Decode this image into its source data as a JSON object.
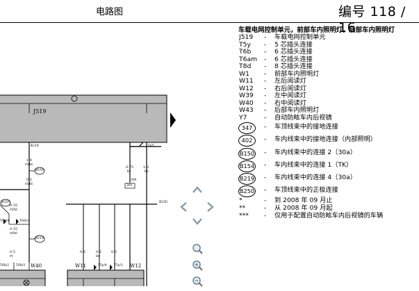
{
  "header": {
    "title": "电路图",
    "number": "编号  118 / 16"
  },
  "diagram": {
    "unit_label": "J519",
    "ground_symbol": "⊛",
    "wire_k30": "K/30",
    "w_10_rt": "1.0",
    "w_10_rt_c": "rt/bl",
    "w_05_rt": "0.5",
    "w_05_rt_c": "rt/bl",
    "w_035": "0.35",
    "w_035_c": "rt/bl",
    "w_035b": "0.35",
    "w_035b_c": "rt/bl",
    "c_b150": "B150",
    "c_b259": "B259",
    "c_b219": "B219",
    "t8d4": "T8d/4",
    "t8d2": "T8d/2",
    "w075": "0.75",
    "w075c": "br",
    "w10b": "1.0",
    "w10bc": "br",
    "t6_5": "D/5",
    "t8a": "8/8",
    "b250": "B250",
    "t5y4": "T5y/4",
    "t5y3": "T5y/3",
    "t6b2": "T6b/2",
    "t6b3": "T6b/3",
    "w40": "W40",
    "w11": "W11",
    "w12": "W12",
    "w05a": "0.5",
    "w05b": "0.5",
    "w05c": "0.5",
    "w05d": "0.5",
    "wire_c1": "rt",
    "wire_c2": "br",
    "box_label": "201"
  },
  "legend": {
    "title": "车载电网控制单元，前部车内照明灯，后部车内照明灯",
    "items": [
      {
        "code": "J519",
        "dash": "-",
        "text": "车载电网控制单元"
      },
      {
        "code": "T5y",
        "dash": "-",
        "text": "5 芯插头连接"
      },
      {
        "code": "T6b",
        "dash": "-",
        "text": "6 芯插头连接"
      },
      {
        "code": "T6am",
        "dash": "-",
        "text": "6 芯插头连接"
      },
      {
        "code": "T8d",
        "dash": "-",
        "text": "8 芯插头连接"
      },
      {
        "code": "W1",
        "dash": "-",
        "text": "前部车内照明灯"
      },
      {
        "code": "W11",
        "dash": "-",
        "text": "左后阅读灯"
      },
      {
        "code": "W12",
        "dash": "-",
        "text": "右后阅读灯"
      },
      {
        "code": "W39",
        "dash": "-",
        "text": "左中阅读灯"
      },
      {
        "code": "W40",
        "dash": "-",
        "text": "右中阅读灯"
      },
      {
        "code": "W43",
        "dash": "-",
        "text": "后部车内照明灯"
      },
      {
        "code": "Y7",
        "dash": "-",
        "text": "自动防眩车内后视镜"
      }
    ],
    "connections": [
      {
        "code": "347",
        "dash": "-",
        "text": "车顶线束中的接地连接"
      },
      {
        "code": "402",
        "dash": "-",
        "text": "车内线束中的接地连接（内部照明）"
      },
      {
        "code": "B150",
        "dash": "-",
        "text": "车内线束中的连接 2（30a）"
      },
      {
        "code": "B154",
        "dash": "-",
        "text": "车内线束中的连接 1（TK）"
      },
      {
        "code": "B219",
        "dash": "-",
        "text": "车内线束中的连接 4（30a）"
      },
      {
        "code": "B250",
        "dash": "-",
        "text": "车顶线束中的正极连接"
      }
    ],
    "notes": [
      {
        "code": "*",
        "dash": "-",
        "text": "到 2008 年 09 月止"
      },
      {
        "code": "**",
        "dash": "-",
        "text": "从 2008 年 09 月起"
      },
      {
        "code": "***",
        "dash": "-",
        "text": "仅用于配置自动防眩车内后视镜的车辆"
      }
    ]
  },
  "nav": {
    "page_arrow": "page-next-icon",
    "up": "pan-up-icon",
    "down": "pan-down-icon",
    "left": "pan-left-icon",
    "right": "pan-right-icon",
    "zoom": "zoom-icon",
    "zoom_in": "zoom-in-icon",
    "zoom_out": "zoom-out-icon"
  }
}
